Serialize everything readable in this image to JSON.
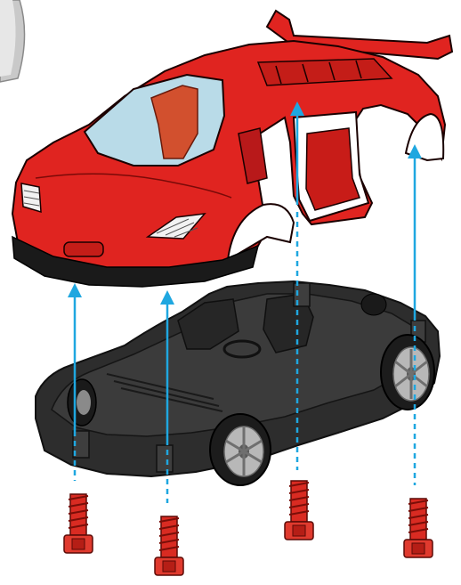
{
  "figure": {
    "kind": "exploded assembly illustration",
    "parts": [
      {
        "name": "car-body-shell",
        "color": "#e02420"
      },
      {
        "name": "car-chassis",
        "color": "#2a2a2a"
      },
      {
        "name": "screw",
        "color": "#d92b22",
        "count": 4
      }
    ],
    "guide_line_color": "#1fa7e0",
    "background_color": "#ffffff",
    "corner_badge_color": "#c8c8c8"
  }
}
